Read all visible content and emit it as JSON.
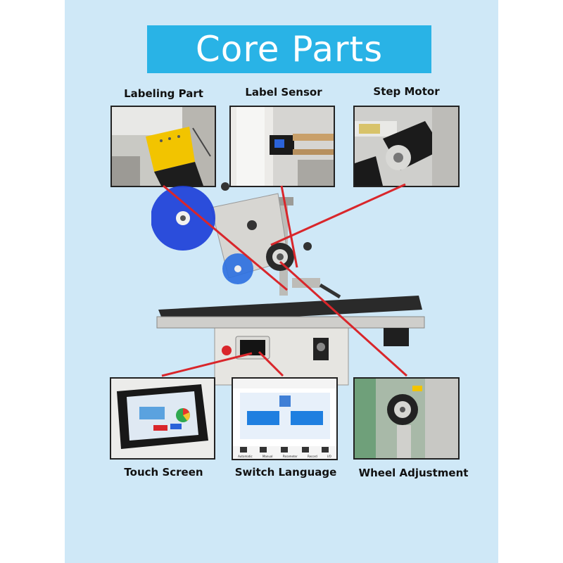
{
  "title": "Core Parts",
  "parts": {
    "labeling_part": "Labeling Part",
    "label_sensor": "Label Sensor",
    "step_motor": "Step Motor",
    "touch_screen": "Touch Screen",
    "switch_language": "Switch Language",
    "wheel_adjustment": "Wheel Adjustment"
  },
  "screen_ui": {
    "menu_items": [
      "Automatic",
      "Manual",
      "Parameter",
      "Record",
      "I/O"
    ]
  },
  "colors": {
    "title_bg": "#29b3e6",
    "panel_bg": "#cfe8f7",
    "connector": "#d9262b",
    "reel_blue": "#1d3fd8"
  }
}
